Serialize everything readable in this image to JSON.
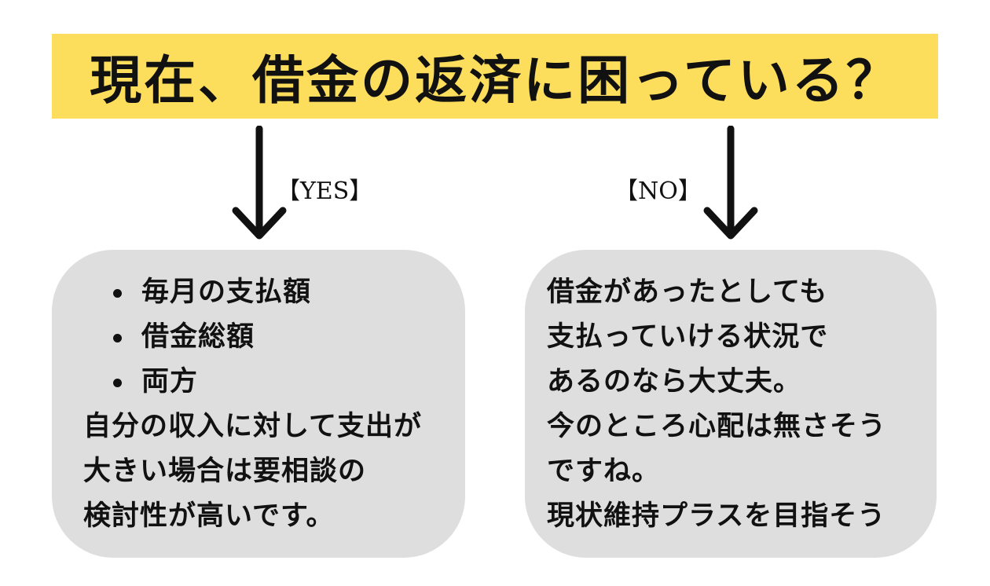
{
  "header": {
    "question": "現在、借金の返済に困っている？"
  },
  "branches": {
    "yes": {
      "label": "【YES】"
    },
    "no": {
      "label": "【NO】"
    }
  },
  "yes_box": {
    "bullets": [
      "毎月の支払額",
      "借金総額",
      "両方"
    ],
    "lines": [
      "自分の収入に対して支出が",
      "大きい場合は要相談の",
      "検討性が高いです。"
    ]
  },
  "no_box": {
    "lines": [
      "借金があったとしても",
      "支払っていける状況で",
      "あるのなら大丈夫。",
      "今のところ心配は無さそう",
      "ですね。",
      "現状維持プラスを目指そう"
    ]
  },
  "colors": {
    "banner": "#fddd5c",
    "box": "#dedede",
    "text": "#111111"
  }
}
